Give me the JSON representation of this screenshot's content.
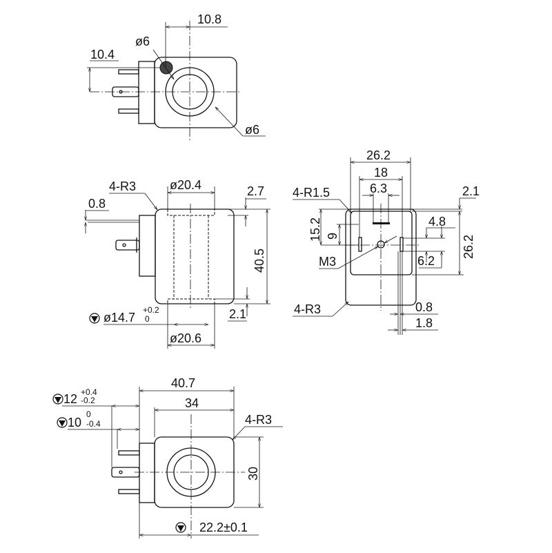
{
  "top_view": {
    "dim_width": "10.8",
    "dim_offset": "10.4",
    "hole_top": "ø6",
    "hole_bottom": "ø6"
  },
  "side_view": {
    "radius": "4-R3",
    "wire": "0.8",
    "bore_top": "ø20.4",
    "flange_top": "2.7",
    "height": "40.5",
    "flange_bottom": "2.1",
    "bore_bottom": "ø20.6",
    "bore_inner": "ø14.7",
    "bore_inner_tol_upper": "+0.2",
    "bore_inner_tol_lower": "0"
  },
  "front_view": {
    "width_outer": "26.2",
    "pin_spacing": "18",
    "pin_center": "6.3",
    "radius_small": "4-R1.5",
    "top_gap": "2.1",
    "height_inner": "26.2",
    "pin_height": "15.2",
    "pin_offset": "9",
    "tab_a": "4.8",
    "tab_b": "6.2",
    "screw": "M3",
    "radius_large": "4-R3",
    "pin_thick": "0.8",
    "pin_width": "1.8"
  },
  "bottom_view": {
    "length_total": "40.7",
    "length_body": "34",
    "pin_a": "12",
    "pin_a_tol_upper": "+0.4",
    "pin_a_tol_lower": "-0.2",
    "pin_b": "10",
    "pin_b_tol_upper": "0",
    "pin_b_tol_lower": "-0.4",
    "radius": "4-R3",
    "height": "30",
    "bore_center": "22.2±0.1"
  }
}
